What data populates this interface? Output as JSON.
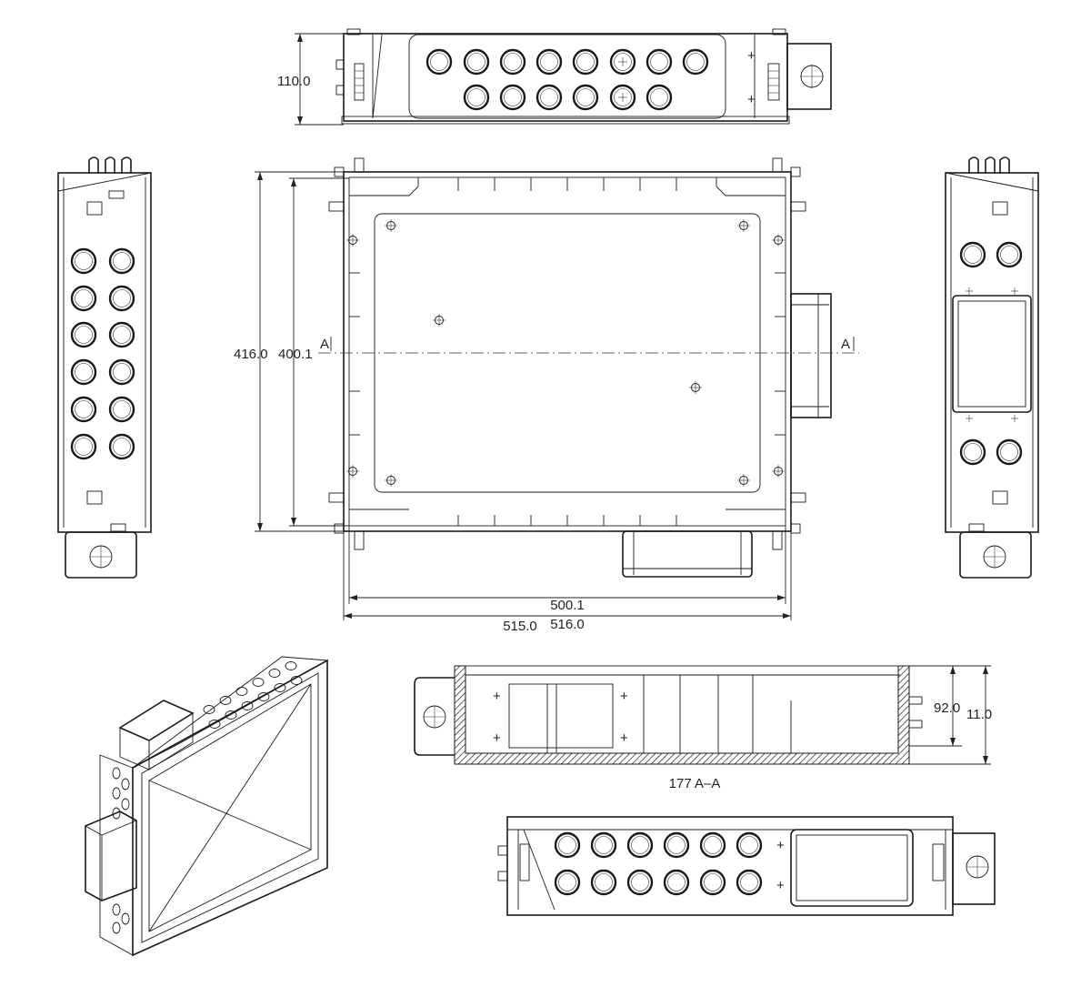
{
  "dimensions": {
    "height_top_view": "110.0",
    "overall_height": "416.0",
    "inner_height": "400.1",
    "inner_width": "500.1",
    "overall_width": "516.0",
    "clipped_width": "515.0",
    "section_height": "92.0",
    "section_total": "11.0"
  },
  "section": {
    "marker_left": "A",
    "marker_right": "A",
    "caption": "177 A–A"
  },
  "views": {
    "top": "top-elevation",
    "left": "left-elevation",
    "right": "right-elevation",
    "plan": "plan-view",
    "section": "section-a-a",
    "bottom": "bottom-elevation",
    "iso": "isometric-view"
  }
}
